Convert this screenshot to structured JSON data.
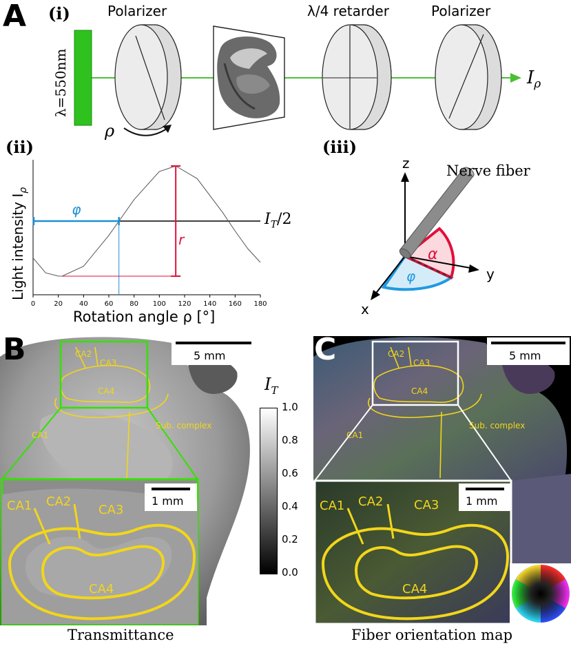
{
  "panels": {
    "A": {
      "letter": "A",
      "sub_i": "(i)",
      "sub_ii": "(ii)",
      "sub_iii": "(iii)",
      "wavelength": "λ=550nm",
      "polarizer1": "Polarizer",
      "retarder": "λ/4 retarder",
      "polarizer2": "Polarizer",
      "output_symbol": "I",
      "output_subscript": "ρ",
      "rotation_symbol": "ρ"
    },
    "B": {
      "letter": "B",
      "caption": "Transmittance"
    },
    "C": {
      "letter": "C",
      "caption": "Fiber orientation map"
    }
  },
  "chart_data": {
    "type": "line",
    "ylabel": "Light intensity I",
    "ylabel_subscript": "ρ",
    "xlabel": "Rotation angle ρ [°]",
    "xlim": [
      0,
      180
    ],
    "xticks": [
      0,
      20,
      40,
      60,
      80,
      100,
      120,
      140,
      160,
      180
    ],
    "curve": {
      "model": "I_T/2 * (1 + r * sin(2*(rho - phi)))",
      "x": [
        0,
        10,
        20,
        23,
        40,
        60,
        68,
        80,
        100,
        113,
        130,
        150,
        160,
        170,
        180
      ],
      "relative_values": [
        -0.67,
        -0.94,
        -0.999,
        -1.0,
        -0.82,
        -0.26,
        0.0,
        0.39,
        0.9,
        1.0,
        0.77,
        0.16,
        -0.18,
        -0.5,
        -0.75
      ]
    },
    "annotations": {
      "phi_label": "φ",
      "phi_value": 68,
      "r_label": "r",
      "r_at": 113,
      "mean_label": "I",
      "mean_subscript": "T",
      "mean_suffix": "/2"
    },
    "colors": {
      "phi": "#1f8fd6",
      "r": "#e0103a",
      "curve": "#555555"
    },
    "grid": false
  },
  "fiber_diagram": {
    "axis_z": "z",
    "axis_y": "y",
    "axis_x": "x",
    "nerve_fiber": "Nerve fiber",
    "alpha": "α",
    "phi": "φ"
  },
  "scalebars": {
    "B_large": "5 mm",
    "B_inset": "1 mm",
    "C_large": "5 mm",
    "C_inset": "1 mm"
  },
  "regions": {
    "B": {
      "ca1": "CA1",
      "ca2": "CA2",
      "ca3": "CA3",
      "ca4": "CA4",
      "sub": "Sub. complex"
    },
    "B_inset": {
      "ca1": "CA1",
      "ca2": "CA2",
      "ca3": "CA3",
      "ca4": "CA4"
    },
    "C": {
      "ca1": "CA1",
      "ca2": "CA2",
      "ca3": "CA3",
      "ca4": "CA4",
      "sub": "Sub. complex"
    },
    "C_inset": {
      "ca1": "CA1",
      "ca2": "CA2",
      "ca3": "CA3",
      "ca4": "CA4"
    }
  },
  "colorbar": {
    "label": "I",
    "label_subscript": "T",
    "ticks": [
      "1.0",
      "0.8",
      "0.6",
      "0.4",
      "0.2",
      "0.0"
    ]
  },
  "colors": {
    "laser": "#2fc21f",
    "beam": "#4bbf32",
    "zoom_box_B": "#35e000",
    "zoom_box_C": "#ffffff",
    "region_outline": "#f2d61a"
  }
}
